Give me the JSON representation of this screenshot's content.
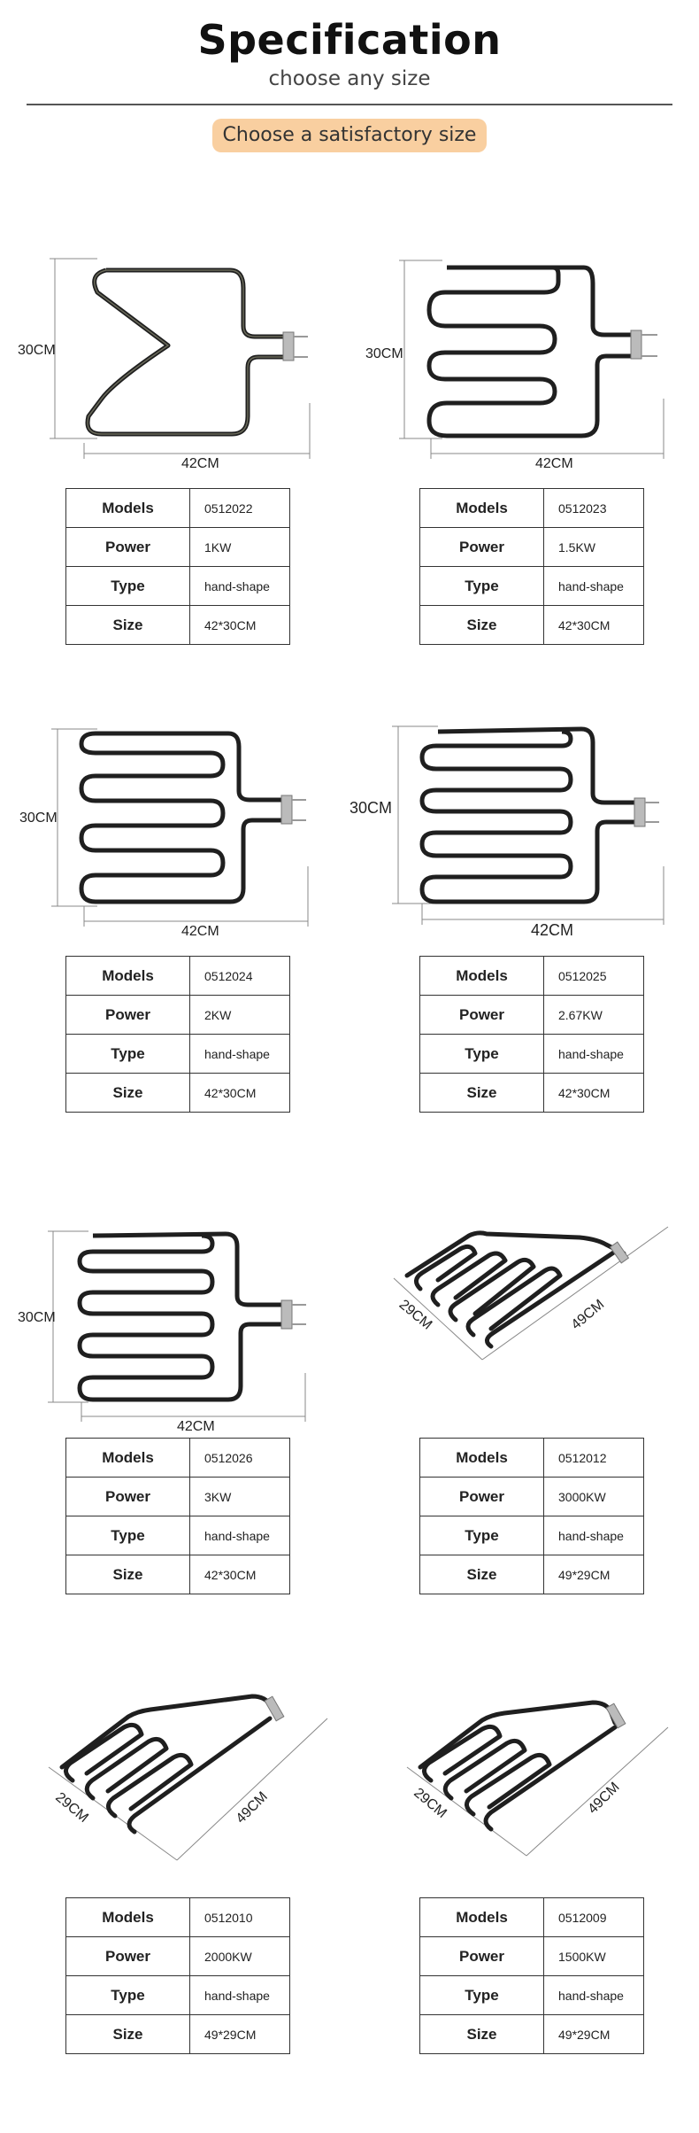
{
  "header": {
    "title": "Specification",
    "subtitle": "choose any size",
    "cta": "Choose a satisfactory size"
  },
  "spec_labels": {
    "models": "Models",
    "power": "Power",
    "type": "Type",
    "size": "Size"
  },
  "products": [
    {
      "model": "0512022",
      "power": "1KW",
      "type": "hand-shape",
      "size": "42*30CM",
      "dim_h": "30CM",
      "dim_w": "42CM"
    },
    {
      "model": "0512023",
      "power": "1.5KW",
      "type": "hand-shape",
      "size": "42*30CM",
      "dim_h": "30CM",
      "dim_w": "42CM"
    },
    {
      "model": "0512024",
      "power": "2KW",
      "type": "hand-shape",
      "size": "42*30CM",
      "dim_h": "30CM",
      "dim_w": "42CM"
    },
    {
      "model": "0512025",
      "power": "2.67KW",
      "type": "hand-shape",
      "size": "42*30CM",
      "dim_h": "30CM",
      "dim_w": "42CM"
    },
    {
      "model": "0512026",
      "power": "3KW",
      "type": "hand-shape",
      "size": "42*30CM",
      "dim_h": "30CM",
      "dim_w": "42CM"
    },
    {
      "model": "0512012",
      "power": "3000KW",
      "type": "hand-shape",
      "size": "49*29CM",
      "dim_h": "29CM",
      "dim_w": "49CM"
    },
    {
      "model": "0512010",
      "power": "2000KW",
      "type": "hand-shape",
      "size": "49*29CM",
      "dim_h": "29CM",
      "dim_w": "49CM"
    },
    {
      "model": "0512009",
      "power": "1500KW",
      "type": "hand-shape",
      "size": "49*29CM",
      "dim_h": "29CM",
      "dim_w": "49CM"
    }
  ]
}
